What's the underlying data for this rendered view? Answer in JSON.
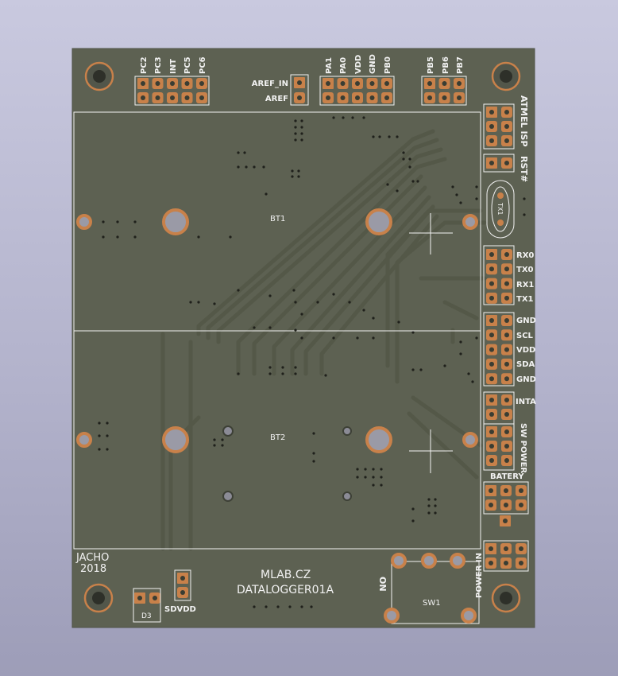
{
  "board": {
    "colors": {
      "background_top": "#c9c9df",
      "board": "#5d6152",
      "trace": "#545848",
      "pad_copper": "#c8814a",
      "silkscreen": "#f2f2f2",
      "hole": "#9a9aa6"
    }
  },
  "headers": {
    "top_left": [
      "PC2",
      "PC3",
      "INT",
      "PC5",
      "PC6"
    ],
    "aref": [
      "AREF_IN",
      "AREF"
    ],
    "top_mid": [
      "PA1",
      "PA0",
      "VDD",
      "GND",
      "PB0"
    ],
    "top_right": [
      "PB5",
      "PB6",
      "PB7"
    ]
  },
  "right_side": {
    "isp": "ATMEL ISP",
    "reset": "RST#",
    "crystal": "TX1",
    "uart": [
      "RX0",
      "TX0",
      "RX1",
      "TX1"
    ],
    "i2c": [
      "GND",
      "SCL",
      "VDD",
      "SDA",
      "GND"
    ],
    "inta": "INTA",
    "sw_power": "SW POWER",
    "batery": "BATERY",
    "power_in": "POWER IN"
  },
  "batteries": {
    "bt1": "BT1",
    "bt2": "BT2"
  },
  "bottom": {
    "author": "JACHO",
    "year": "2018",
    "brand": "MLAB.CZ",
    "model": "DATALOGGER01A",
    "d3": "D3",
    "sdvdd": "SDVDD",
    "sw1": "SW1",
    "on": "ON"
  }
}
